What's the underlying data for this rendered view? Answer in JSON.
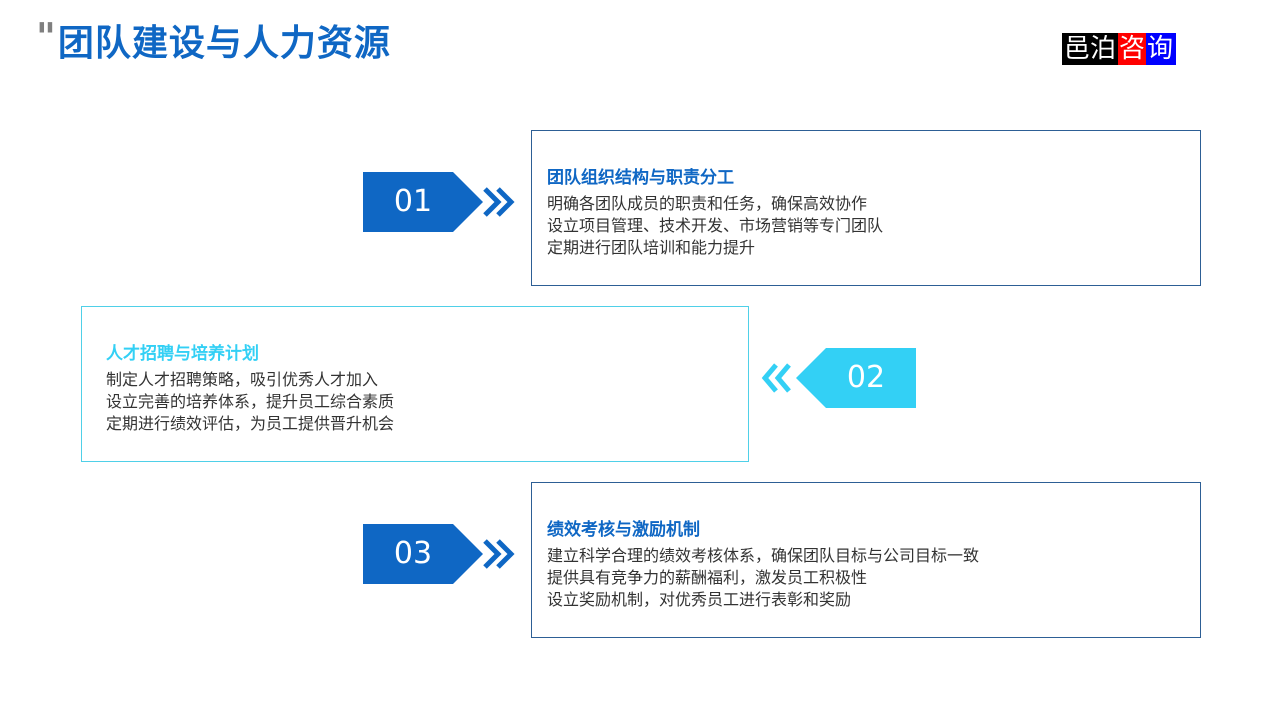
{
  "header": {
    "quote_mark": "\"",
    "title": "团队建设与人力资源"
  },
  "logo": {
    "parts": [
      {
        "text": "邑泊",
        "bg": "#000000"
      },
      {
        "text": "咨",
        "bg": "#ff0000"
      },
      {
        "text": "询",
        "bg": "#0000ff"
      }
    ]
  },
  "colors": {
    "primary": "#0f67c4",
    "accent": "#33d0f5",
    "card_border_dark": "#2d5f95",
    "card_border_light": "#4fd0e8"
  },
  "items": [
    {
      "number": "01",
      "heading": "团队组织结构与职责分工",
      "lines": [
        "明确各团队成员的职责和任务，确保高效协作",
        "设立项目管理、技术开发、市场营销等专门团队",
        "定期进行团队培训和能力提升"
      ]
    },
    {
      "number": "02",
      "heading": "人才招聘与培养计划",
      "lines": [
        "制定人才招聘策略，吸引优秀人才加入",
        "设立完善的培养体系，提升员工综合素质",
        "定期进行绩效评估，为员工提供晋升机会"
      ]
    },
    {
      "number": "03",
      "heading": "绩效考核与激励机制",
      "lines": [
        "建立科学合理的绩效考核体系，确保团队目标与公司目标一致",
        "提供具有竞争力的薪酬福利，激发员工积极性",
        "设立奖励机制，对优秀员工进行表彰和奖励"
      ]
    }
  ]
}
